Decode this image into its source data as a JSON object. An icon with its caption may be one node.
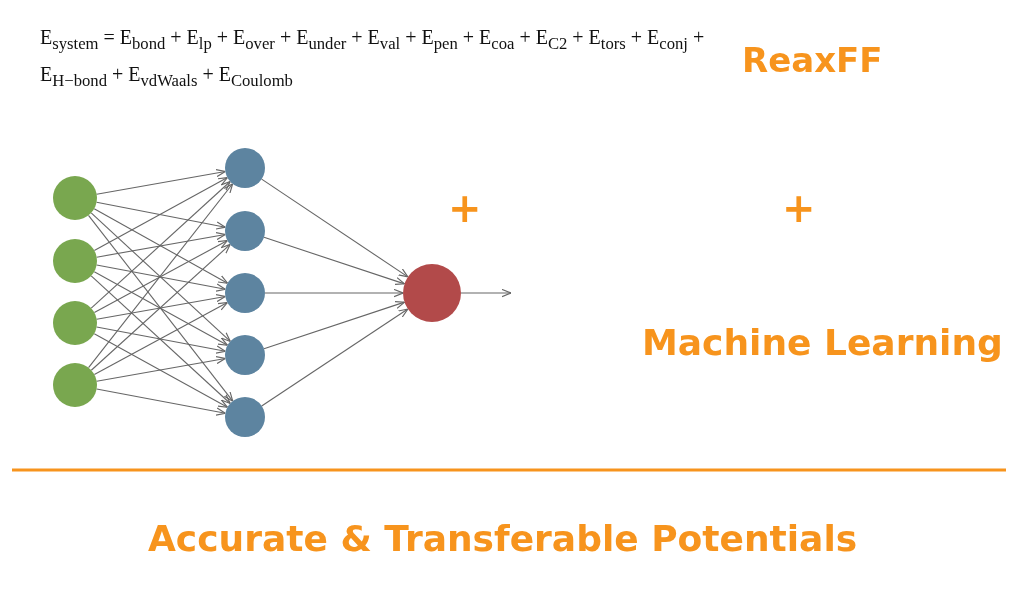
{
  "diagram": {
    "nodes": [
      {
        "text": [],
        "shape": "circle"
      },
      {
        "text": [],
        "shape": "circle"
      },
      {
        "text": [],
        "shape": "circle"
      },
      {
        "text": [],
        "shape": "circle"
      },
      {
        "text": [],
        "shape": "circle"
      },
      {
        "text": [],
        "shape": "circle"
      },
      {
        "text": [],
        "shape": "circle"
      },
      {
        "text": [],
        "shape": "circle"
      },
      {
        "text": [],
        "shape": "circle"
      },
      {
        "text": [],
        "shape": "circle"
      }
    ],
    "edges": [
      {
        "from": 0,
        "to": 4,
        "arrow": "to"
      },
      {
        "from": 0,
        "to": 5,
        "arrow": "to"
      },
      {
        "from": 0,
        "to": 6,
        "arrow": "to"
      },
      {
        "from": 0,
        "to": 7,
        "arrow": "to"
      },
      {
        "from": 0,
        "to": 8,
        "arrow": "to"
      },
      {
        "from": 1,
        "to": 4,
        "arrow": "to"
      },
      {
        "from": 1,
        "to": 5,
        "arrow": "to"
      },
      {
        "from": 1,
        "to": 6,
        "arrow": "to"
      },
      {
        "from": 1,
        "to": 7,
        "arrow": "to"
      },
      {
        "from": 1,
        "to": 8,
        "arrow": "to"
      },
      {
        "from": 2,
        "to": 4,
        "arrow": "to"
      },
      {
        "from": 2,
        "to": 5,
        "arrow": "to"
      },
      {
        "from": 2,
        "to": 6,
        "arrow": "to"
      },
      {
        "from": 2,
        "to": 7,
        "arrow": "to"
      },
      {
        "from": 2,
        "to": 8,
        "arrow": "to"
      },
      {
        "from": 3,
        "to": 4,
        "arrow": "to"
      },
      {
        "from": 3,
        "to": 5,
        "arrow": "to"
      },
      {
        "from": 3,
        "to": 6,
        "arrow": "to"
      },
      {
        "from": 3,
        "to": 7,
        "arrow": "to"
      },
      {
        "from": 3,
        "to": 8,
        "arrow": "to"
      },
      {
        "from": 4,
        "to": 9,
        "arrow": "to"
      },
      {
        "from": 5,
        "to": 9,
        "arrow": "to"
      },
      {
        "from": 6,
        "to": 9,
        "arrow": "to"
      },
      {
        "from": 7,
        "to": 9,
        "arrow": "to"
      },
      {
        "from": 8,
        "to": 9,
        "arrow": "to"
      },
      {
        "from": 9,
        "to": null,
        "arrow": "to"
      }
    ],
    "labels": [
      "E$_{system}$ = E$_{bond}$ + E$_{lp}$ + E$_{over}$ + E$_{under}$ + E$_{val}$ + E$_{pen}$ + E$_{coa}$ + E$_{C2}$ + E$_{tors}$ + E$_{conj}$ + E$_{H−bond}$ + E$_{vdWaals}$ + E$_{Coulomb}$",
      "ReaxFF",
      "+",
      "+",
      "Machine Learning",
      "Accurate & Transferable Potentials"
    ]
  }
}
